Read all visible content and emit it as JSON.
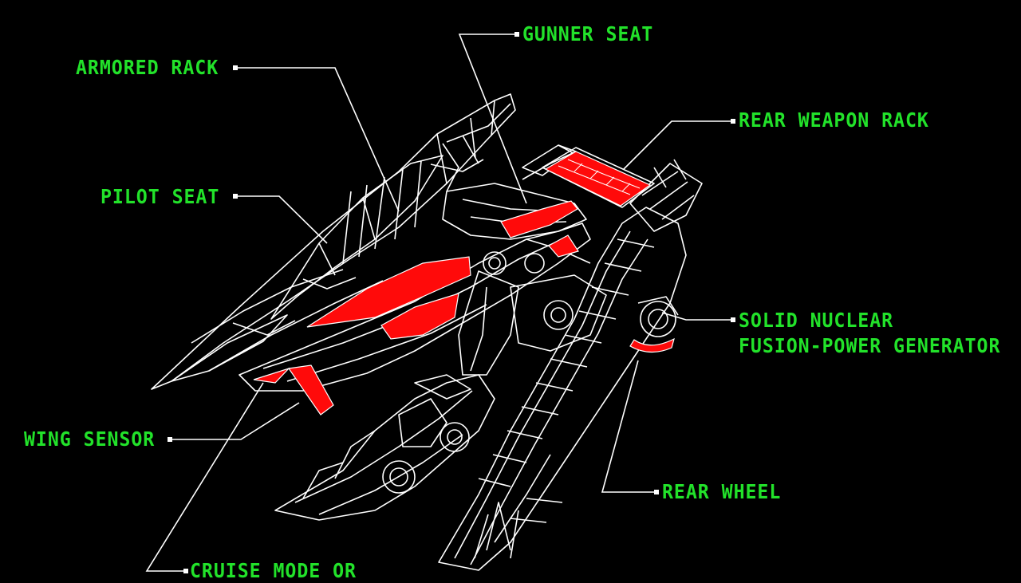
{
  "callouts": {
    "armored_rack": "ARMORED RACK",
    "gunner_seat": "GUNNER SEAT",
    "rear_weapon_rack": "REAR WEAPON RACK",
    "pilot_seat": "PILOT SEAT",
    "solid_nuclear_line1": "SOLID NUCLEAR",
    "solid_nuclear_line2": "FUSION-POWER GENERATOR",
    "wing_sensor": "WING SENSOR",
    "rear_wheel": "REAR WHEEL",
    "cruise_mode": "CRUISE MODE OR"
  },
  "colors": {
    "background": "#000000",
    "label_text": "#22e22a",
    "wireframe": "#ffffff",
    "highlight": "#ff0a0a"
  }
}
